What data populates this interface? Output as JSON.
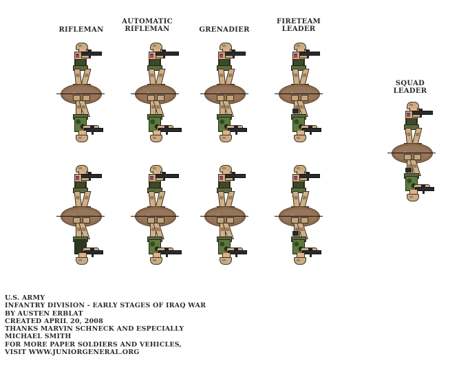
{
  "labels": [
    {
      "id": "rifleman",
      "text": "RIFLEMAN"
    },
    {
      "id": "automatic-rifleman",
      "text": "AUTOMATIC\nRIFLEMAN"
    },
    {
      "id": "grenadier",
      "text": "GRENADIER"
    },
    {
      "id": "fireteam-leader",
      "text": "FIRETEAM\nLEADER"
    },
    {
      "id": "squad-leader",
      "text": "SQUAD\nLEADER"
    }
  ],
  "credits": [
    "U.S. ARMY",
    "INFANTRY DIVISION - EARLY STAGES OF IRAQ WAR",
    "BY AUSTEN ERBLAT",
    "CREATED APRIL 20, 2008",
    "THANKS MARVIN SCHNECK AND ESPECIALLY",
    "MICHAEL SMITH",
    "FOR MORE PAPER SOLDIERS AND VEHICLES,",
    " VISIT WWW.JUNIORGENERAL.ORG"
  ],
  "figures": [
    {
      "role": "rifleman",
      "row": 1,
      "weapon": "m4-carbine"
    },
    {
      "role": "automatic-rifleman",
      "row": 1,
      "weapon": "m249-saw"
    },
    {
      "role": "grenadier",
      "row": 1,
      "weapon": "m4-m203"
    },
    {
      "role": "fireteam-leader",
      "row": 1,
      "weapon": "m4-carbine"
    },
    {
      "role": "rifleman",
      "row": 2,
      "weapon": "m4-carbine"
    },
    {
      "role": "automatic-rifleman",
      "row": 2,
      "weapon": "m249-saw"
    },
    {
      "role": "grenadier",
      "row": 2,
      "weapon": "m4-m203"
    },
    {
      "role": "fireteam-leader",
      "row": 2,
      "weapon": "m4-carbine"
    },
    {
      "role": "squad-leader",
      "row": 1,
      "weapon": "m4-carbine"
    }
  ],
  "colors": {
    "desert_camo": "#cdb08a",
    "woodland_camo": "#5f7a3e",
    "base_brown": "#8c6a4e",
    "text": "#2a2a2a"
  }
}
